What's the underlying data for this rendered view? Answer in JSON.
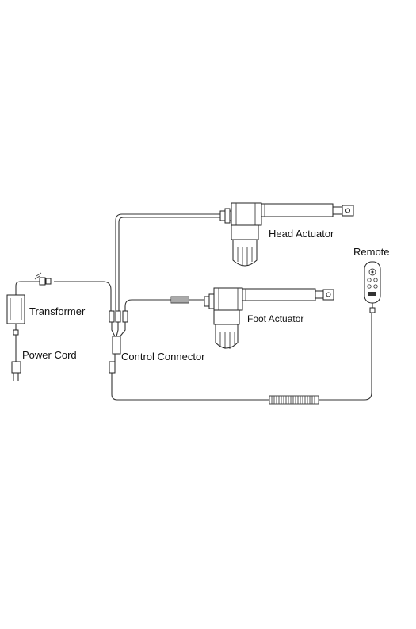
{
  "labels": {
    "head_actuator": "Head Actuator",
    "foot_actuator": "Foot Actuator",
    "remote": "Remote",
    "transformer": "Transformer",
    "power_cord": "Power Cord",
    "control_connector": "Control Connector"
  },
  "colors": {
    "line": "#333333",
    "background": "#ffffff"
  }
}
